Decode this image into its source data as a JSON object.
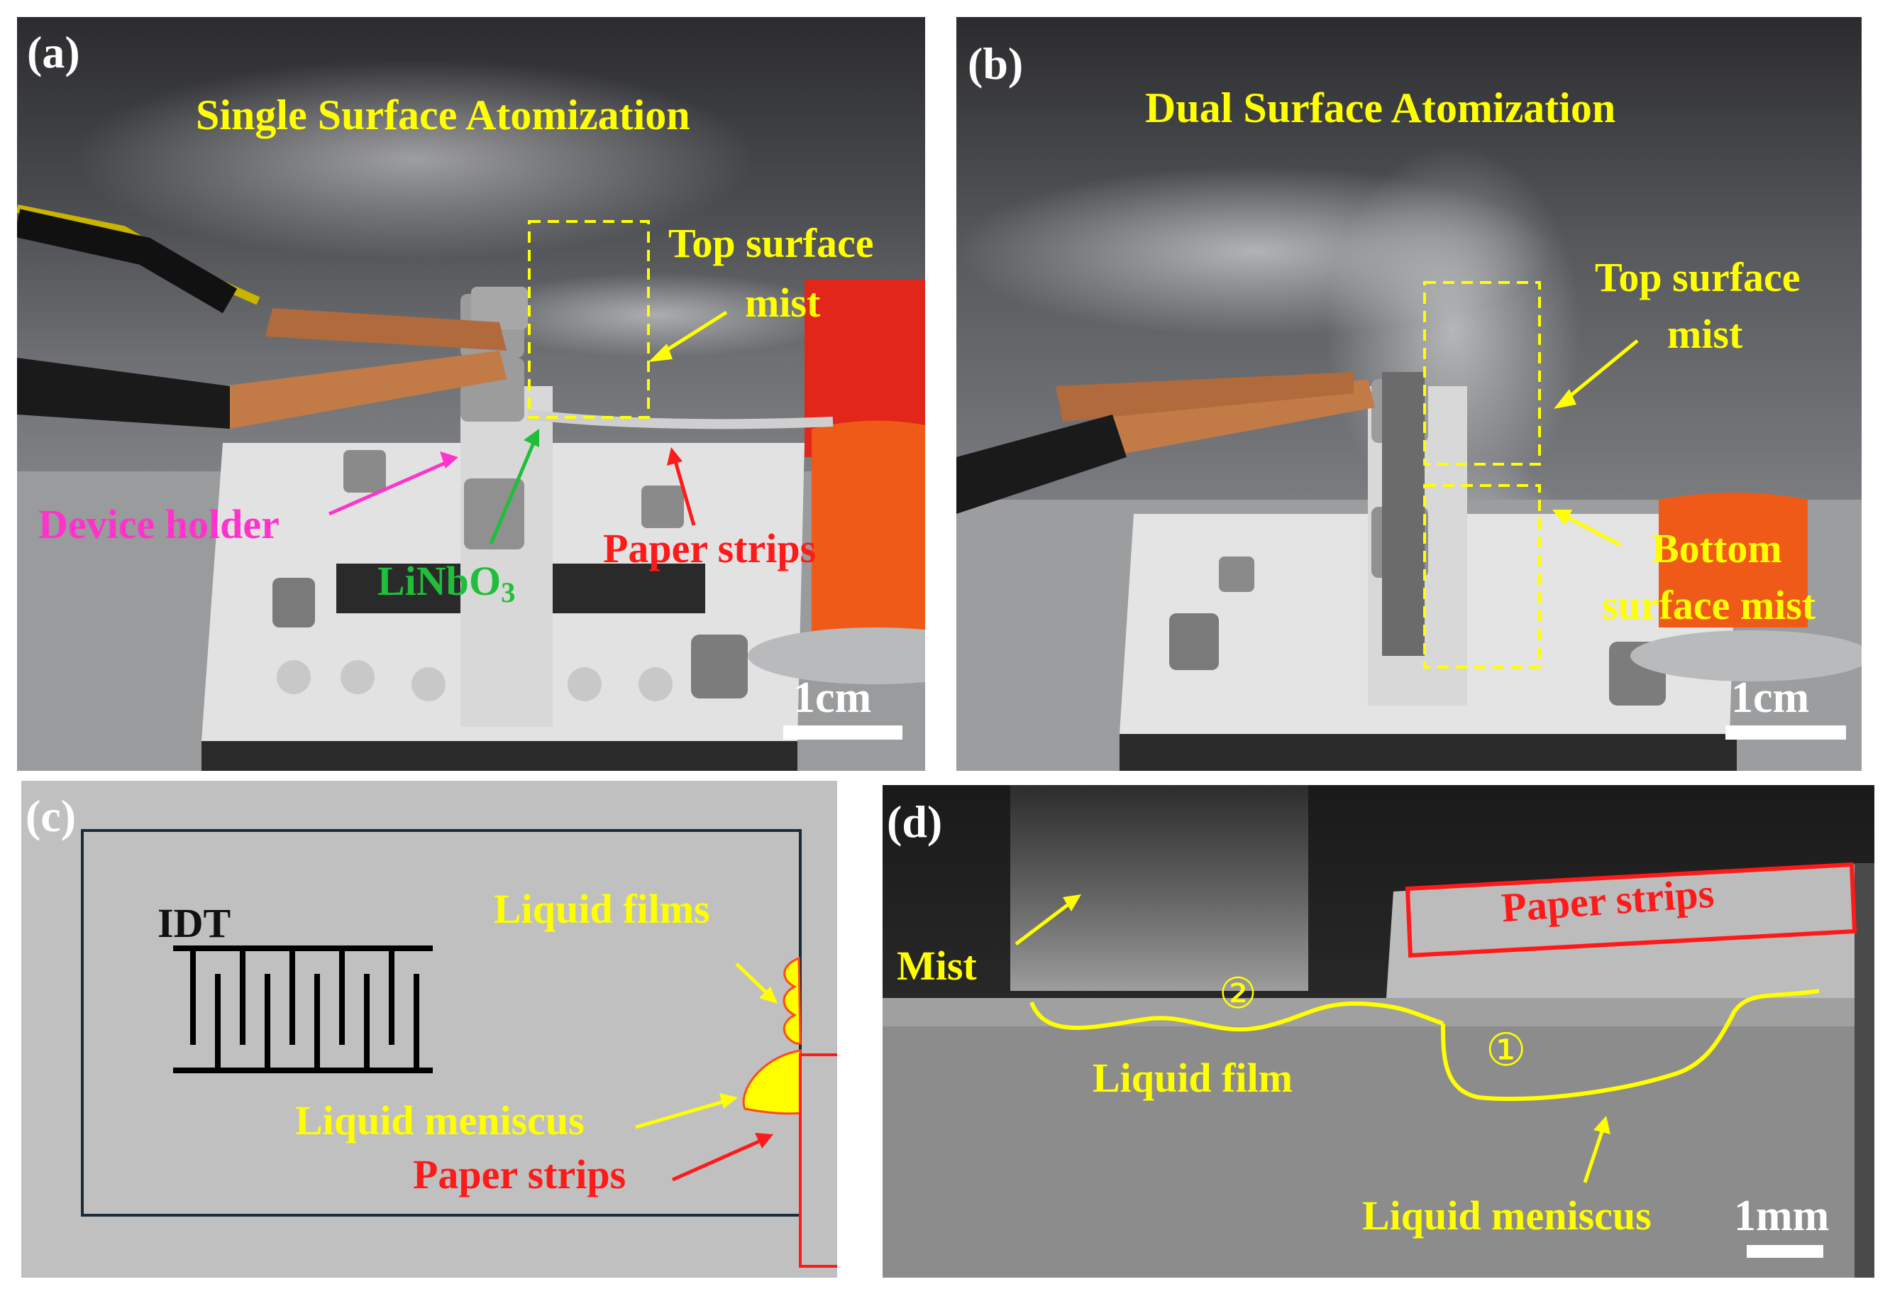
{
  "panel_a": {
    "letter": "(a)",
    "title": "Single Surface Atomization",
    "top_mist_line1": "Top surface",
    "top_mist_line2": "mist",
    "device_holder": "Device holder",
    "linbo3_main": "LiNbO",
    "linbo3_sub": "3",
    "paper_strips": "Paper strips",
    "scale": "1cm"
  },
  "panel_b": {
    "letter": "(b)",
    "title": "Dual Surface Atomization",
    "top_mist_line1": "Top surface",
    "top_mist_line2": "mist",
    "bottom_mist_line1": "Bottom",
    "bottom_mist_line2": "surface mist",
    "scale": "1cm"
  },
  "panel_c": {
    "letter": "(c)",
    "idt": "IDT",
    "liquid_films": "Liquid films",
    "liquid_meniscus": "Liquid meniscus",
    "paper_strips": "Paper strips"
  },
  "panel_d": {
    "letter": "(d)",
    "paper_strips": "Paper strips",
    "mist": "Mist",
    "region2": "②",
    "region1": "①",
    "liquid_film": "Liquid film",
    "liquid_meniscus": "Liquid meniscus",
    "scale": "1mm"
  },
  "colors": {
    "annotation_yellow": "#ffff00",
    "annotation_red": "#ff1a1a",
    "annotation_pink": "#ff33cc",
    "annotation_green": "#1fbf3a",
    "diagram_background": "#c0c0c0"
  }
}
